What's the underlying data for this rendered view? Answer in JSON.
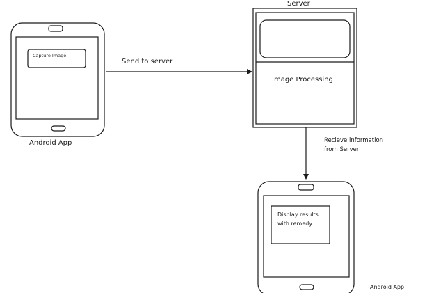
{
  "server": {
    "title": "Server",
    "process_label": "Image Processing"
  },
  "android_source": {
    "button_label": "Capture Image",
    "caption": "Android App"
  },
  "flows": {
    "send": "Send to server",
    "receive_line1": "Recieve information",
    "receive_line2": "from Server"
  },
  "android_result": {
    "box_line1": "Display results",
    "box_line2": "with remedy",
    "caption": "Android App"
  },
  "colors": {
    "stroke": "#1a1a1a",
    "background": "#ffffff"
  }
}
